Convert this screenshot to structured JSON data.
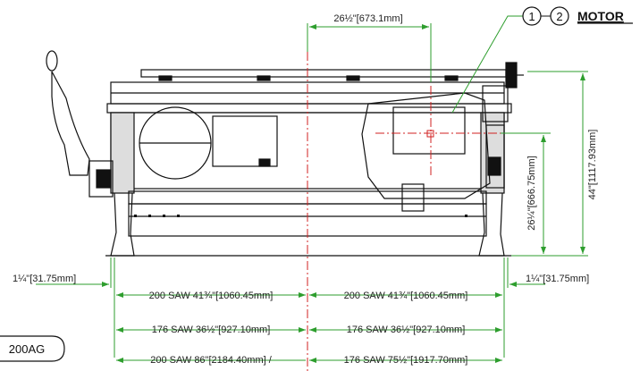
{
  "colors": {
    "dimension": "#2e9e2e",
    "centerline": "#d02020",
    "outline": "#111111",
    "text": "#222222",
    "background": "#ffffff"
  },
  "callout": {
    "bubble_1": "1",
    "bubble_2": "2",
    "label": "MOTOR"
  },
  "dimensions": {
    "top_center": "26½\"[673.1mm]",
    "overall_height": "44\"[1117.93mm]",
    "center_height": "26¼\"[666.75mm]",
    "left_offset": "1¼\"[31.75mm]",
    "right_offset": "1¼\"[31.75mm]",
    "row1_left": "200 SAW 41¾\"[1060.45mm]",
    "row1_right": "200 SAW 41¾\"[1060.45mm]",
    "row2_left": "176 SAW 36½\"[927.10mm]",
    "row2_right": "176 SAW 36½\"[927.10mm]",
    "row3_left": "200 SAW 86\"[2184.40mm] /",
    "row3_right": "176 SAW 75½\"[1917.70mm]"
  },
  "model_tag": "200AG"
}
